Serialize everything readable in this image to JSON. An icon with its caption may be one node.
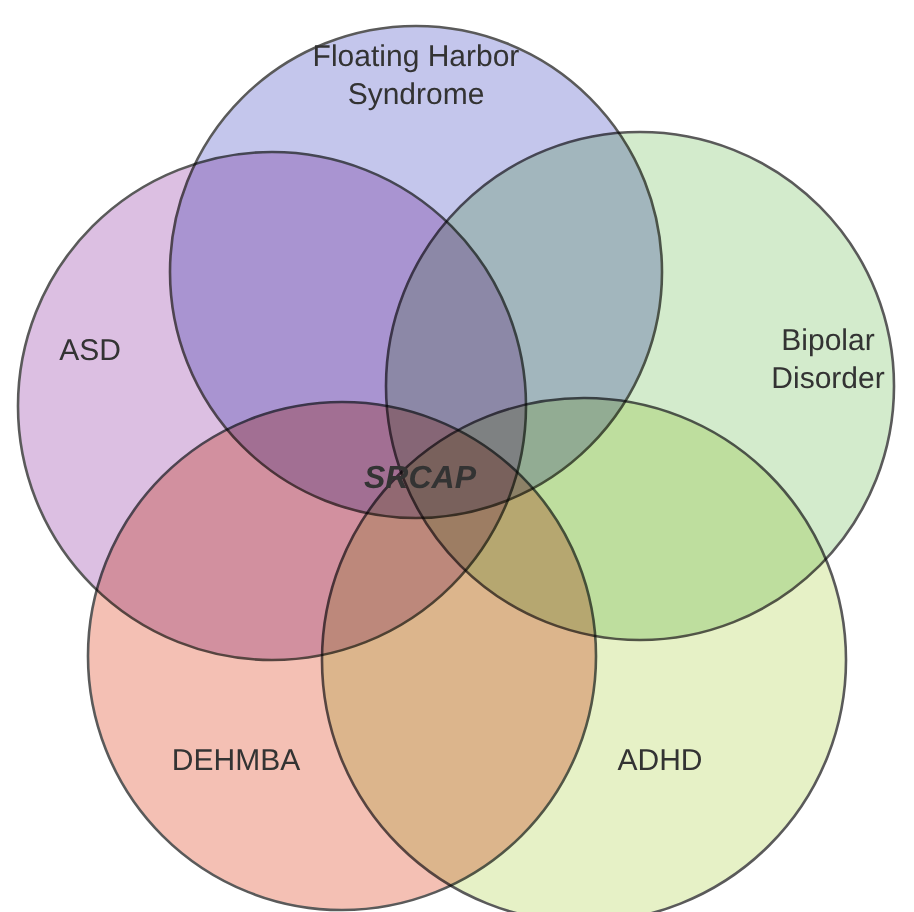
{
  "diagram": {
    "nodes": [
      {
        "text": [
          "Floating Harbor Syndrome"
        ]
      },
      {
        "text": [
          "ASD"
        ]
      },
      {
        "text": [
          "Bipolar Disorder"
        ]
      },
      {
        "text": [
          "DEHMBA"
        ]
      },
      {
        "text": [
          "ADHD"
        ]
      }
    ],
    "labels": [
      "SRCAP"
    ]
  }
}
